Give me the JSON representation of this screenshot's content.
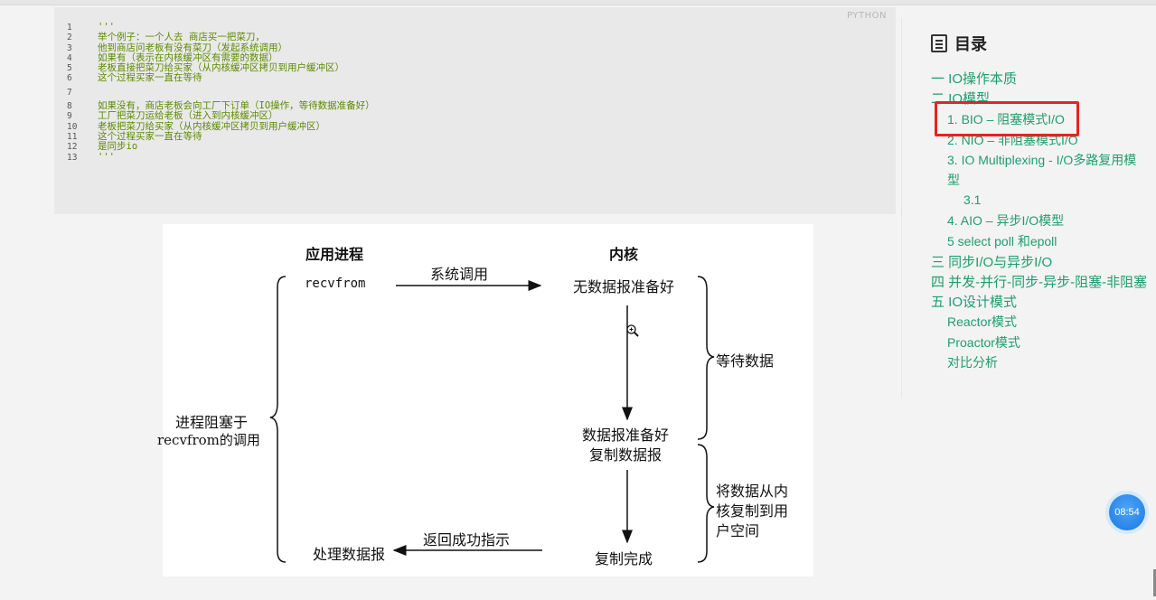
{
  "code": {
    "language": "PYTHON",
    "lines": [
      {
        "n": "1",
        "text": "'''"
      },
      {
        "n": "2",
        "text": "举个例子：一个人去 商店买一把菜刀，"
      },
      {
        "n": "3",
        "text": "他到商店问老板有没有菜刀（发起系统调用）"
      },
      {
        "n": "4",
        "text": "如果有（表示在内核缓冲区有需要的数据）"
      },
      {
        "n": "5",
        "text": "老板直接把菜刀给买家（从内核缓冲区拷贝到用户缓冲区）"
      },
      {
        "n": "6",
        "text": "这个过程买家一直在等待"
      },
      {
        "n": "7",
        "text": ""
      },
      {
        "n": "8",
        "text": "如果没有，商店老板会向工厂下订单（IO操作，等待数据准备好）"
      },
      {
        "n": "9",
        "text": "工厂把菜刀运给老板（进入到内核缓冲区）"
      },
      {
        "n": "10",
        "text": "老板把菜刀给买家（从内核缓冲区拷贝到用户缓冲区）"
      },
      {
        "n": "11",
        "text": "这个过程买家一直在等待"
      },
      {
        "n": "12",
        "text": "是同步io"
      },
      {
        "n": "13",
        "text": "'''"
      }
    ]
  },
  "diagram": {
    "col_app": "应用进程",
    "col_kernel": "内核",
    "recvfrom": "recvfrom",
    "syscall": "系统调用",
    "no_data": "无数据报准备好",
    "data_ready": "数据报准备好",
    "copy_data": "复制数据报",
    "copy_done": "复制完成",
    "return_ok": "返回成功指示",
    "process": "处理数据报",
    "wait_data": "等待数据",
    "copy_desc_1": "将数据从内",
    "copy_desc_2": "核复制到用",
    "copy_desc_3": "户空间",
    "block_1": "进程阻塞于",
    "block_2": "recvfrom的调用"
  },
  "toc": {
    "title": "目录",
    "items": [
      {
        "label": "一 IO操作本质",
        "level": 1
      },
      {
        "label": "二 IO模型",
        "level": 1
      },
      {
        "label": "1. BIO – 阻塞模式I/O",
        "level": 2,
        "selected": true
      },
      {
        "label": "2. NIO – 非阻塞模式I/O",
        "level": 2
      },
      {
        "label": "3. IO Multiplexing - I/O多路复用模",
        "level": 2
      },
      {
        "label": "型",
        "level": 2
      },
      {
        "label": "3.1",
        "level": 3
      },
      {
        "label": "4. AIO – 异步I/O模型",
        "level": 2
      },
      {
        "label": "5 select poll 和epoll",
        "level": 2
      },
      {
        "label": "三 同步I/O与异步I/O",
        "level": 1
      },
      {
        "label": "四 并发-并行-同步-异步-阻塞-非阻塞",
        "level": 1
      },
      {
        "label": "五 IO设计模式",
        "level": 1
      },
      {
        "label": "Reactor模式",
        "level": 2
      },
      {
        "label": "Proactor模式",
        "level": 2
      },
      {
        "label": "对比分析",
        "level": 2
      }
    ]
  },
  "timer": "08:54",
  "colors": {
    "toc_link": "#1e9e6e",
    "highlight": "#e8231b",
    "code_text": "#5d8a00"
  }
}
